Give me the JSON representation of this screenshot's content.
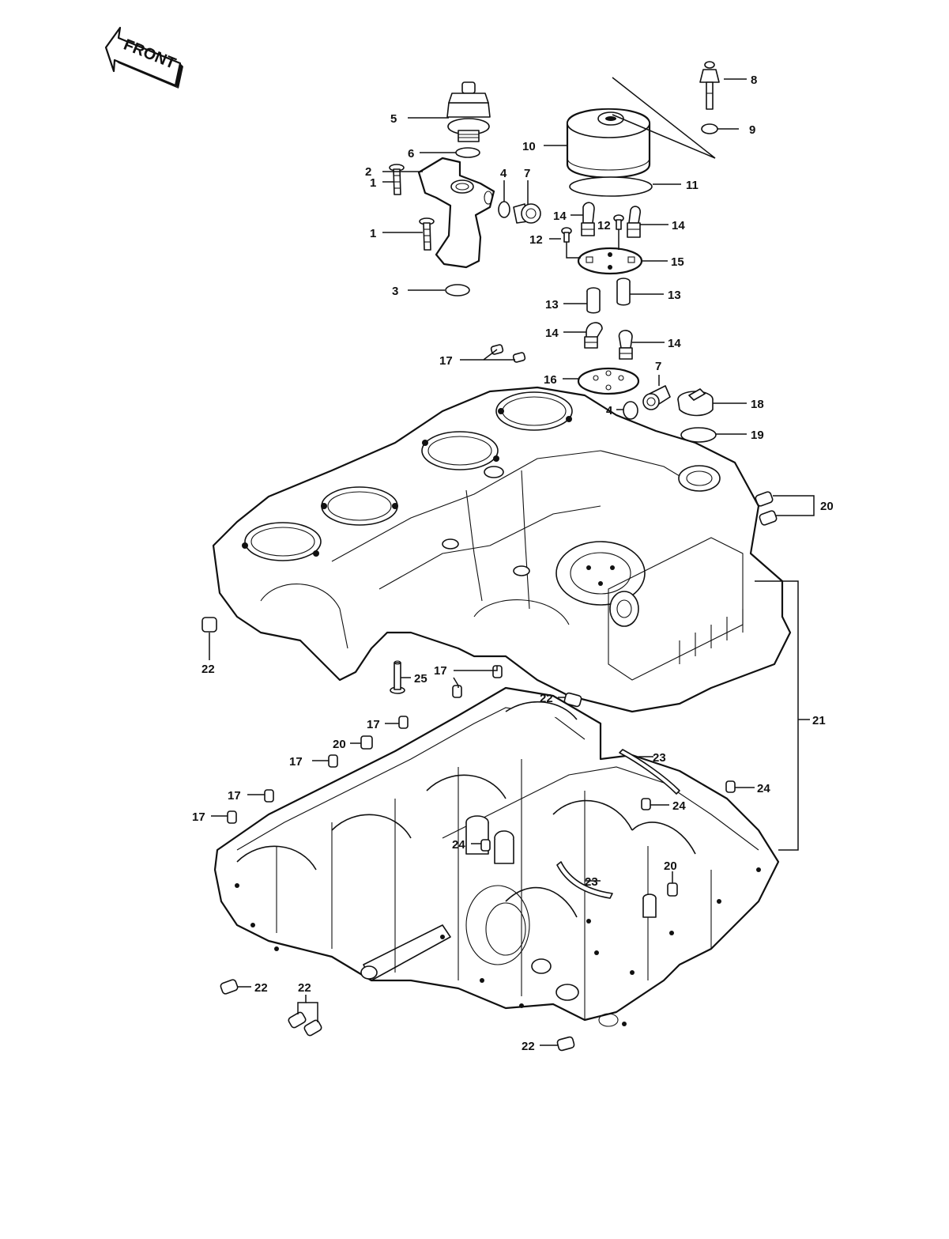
{
  "front_arrow_label": "FRONT",
  "callouts": [
    {
      "id": "c1a",
      "text": "1"
    },
    {
      "id": "c1b",
      "text": "1"
    },
    {
      "id": "c2",
      "text": "2"
    },
    {
      "id": "c3",
      "text": "3"
    },
    {
      "id": "c4a",
      "text": "4"
    },
    {
      "id": "c4b",
      "text": "4"
    },
    {
      "id": "c5",
      "text": "5"
    },
    {
      "id": "c6",
      "text": "6"
    },
    {
      "id": "c7a",
      "text": "7"
    },
    {
      "id": "c7b",
      "text": "7"
    },
    {
      "id": "c8",
      "text": "8"
    },
    {
      "id": "c9",
      "text": "9"
    },
    {
      "id": "c10",
      "text": "10"
    },
    {
      "id": "c11",
      "text": "11"
    },
    {
      "id": "c12a",
      "text": "12"
    },
    {
      "id": "c12b",
      "text": "12"
    },
    {
      "id": "c13a",
      "text": "13"
    },
    {
      "id": "c13b",
      "text": "13"
    },
    {
      "id": "c14a",
      "text": "14"
    },
    {
      "id": "c14b",
      "text": "14"
    },
    {
      "id": "c14c",
      "text": "14"
    },
    {
      "id": "c14d",
      "text": "14"
    },
    {
      "id": "c15",
      "text": "15"
    },
    {
      "id": "c16",
      "text": "16"
    },
    {
      "id": "c17a",
      "text": "17"
    },
    {
      "id": "c17b",
      "text": "17"
    },
    {
      "id": "c17c",
      "text": "17"
    },
    {
      "id": "c17d",
      "text": "17"
    },
    {
      "id": "c17e",
      "text": "17"
    },
    {
      "id": "c17f",
      "text": "17"
    },
    {
      "id": "c18",
      "text": "18"
    },
    {
      "id": "c19",
      "text": "19"
    },
    {
      "id": "c20a",
      "text": "20"
    },
    {
      "id": "c20b",
      "text": "20"
    },
    {
      "id": "c20c",
      "text": "20"
    },
    {
      "id": "c21",
      "text": "21"
    },
    {
      "id": "c22a",
      "text": "22"
    },
    {
      "id": "c22b",
      "text": "22"
    },
    {
      "id": "c22c",
      "text": "22"
    },
    {
      "id": "c22d",
      "text": "22"
    },
    {
      "id": "c22e",
      "text": "22"
    },
    {
      "id": "c23a",
      "text": "23"
    },
    {
      "id": "c23b",
      "text": "23"
    },
    {
      "id": "c24a",
      "text": "24"
    },
    {
      "id": "c24b",
      "text": "24"
    },
    {
      "id": "c24c",
      "text": "24"
    },
    {
      "id": "c25",
      "text": "25"
    }
  ]
}
